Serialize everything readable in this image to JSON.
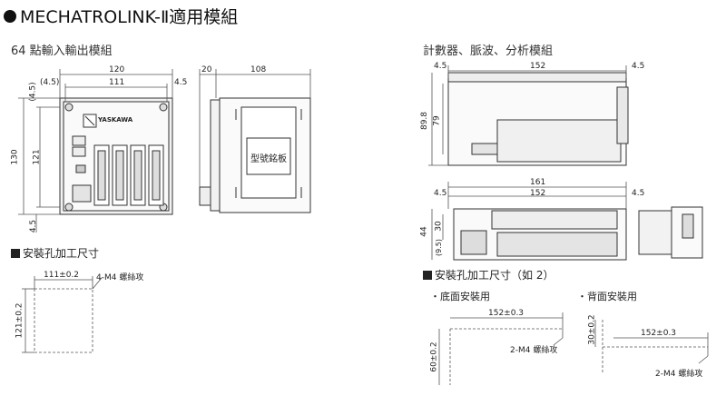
{
  "title": "MECHATROLINK-Ⅱ適用模組",
  "left_section": {
    "heading": "64 點輸入輸出模組",
    "brand_text": "YASKAWA",
    "nameplate_label": "型號銘板",
    "dims": {
      "width_total": "120",
      "width_inner": "111",
      "offset_left": "(4.5)",
      "offset_right": "4.5",
      "offset_top": "(4.5)",
      "height_total": "130",
      "height_inner": "121",
      "offset_bottom": "4.5",
      "side_20": "20",
      "side_108": "108"
    },
    "mounting": {
      "heading": "安裝孔加工尺寸",
      "width": "111±0.2",
      "height": "121±0.2",
      "screw": "4-M4 螺絲攻"
    }
  },
  "right_section": {
    "heading": "計數器、脈波、分析模組",
    "top_view": {
      "left": "4.5",
      "width": "152",
      "right": "4.5",
      "h1": "89.8",
      "h2": "79"
    },
    "front_view": {
      "total": "161",
      "left": "4.5",
      "width": "152",
      "right": "4.5",
      "h44": "44",
      "h30": "30",
      "h9": "(9.5)"
    },
    "mounting": {
      "heading": "安裝孔加工尺寸（如 2）",
      "bottom_label": "・底面安裝用",
      "back_label": "・背面安裝用",
      "bottom_width": "152±0.3",
      "bottom_height": "60±0.2",
      "bottom_screw": "2-M4 螺絲攻",
      "back_width": "152±0.3",
      "back_height": "30±0.2",
      "back_screw": "2-M4 螺絲攻"
    }
  }
}
